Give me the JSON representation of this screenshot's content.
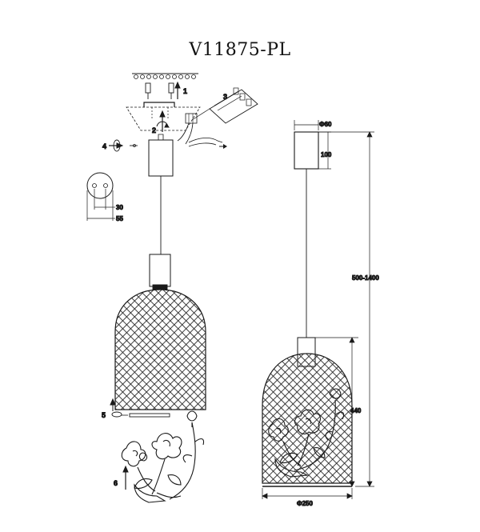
{
  "title": "V11875-PL",
  "assembly": {
    "steps": [
      "1",
      "2",
      "3",
      "4",
      "5",
      "6"
    ]
  },
  "mount_plate": {
    "dim_inner": "30",
    "dim_outer": "55"
  },
  "dimensions": {
    "canopy_diameter": "Φ60",
    "canopy_height": "100",
    "total_height": "500-1400",
    "shade_height": "440",
    "shade_diameter": "Φ250"
  },
  "colors": {
    "line": "#1a1a1a",
    "mesh": "#2a2a2a"
  }
}
